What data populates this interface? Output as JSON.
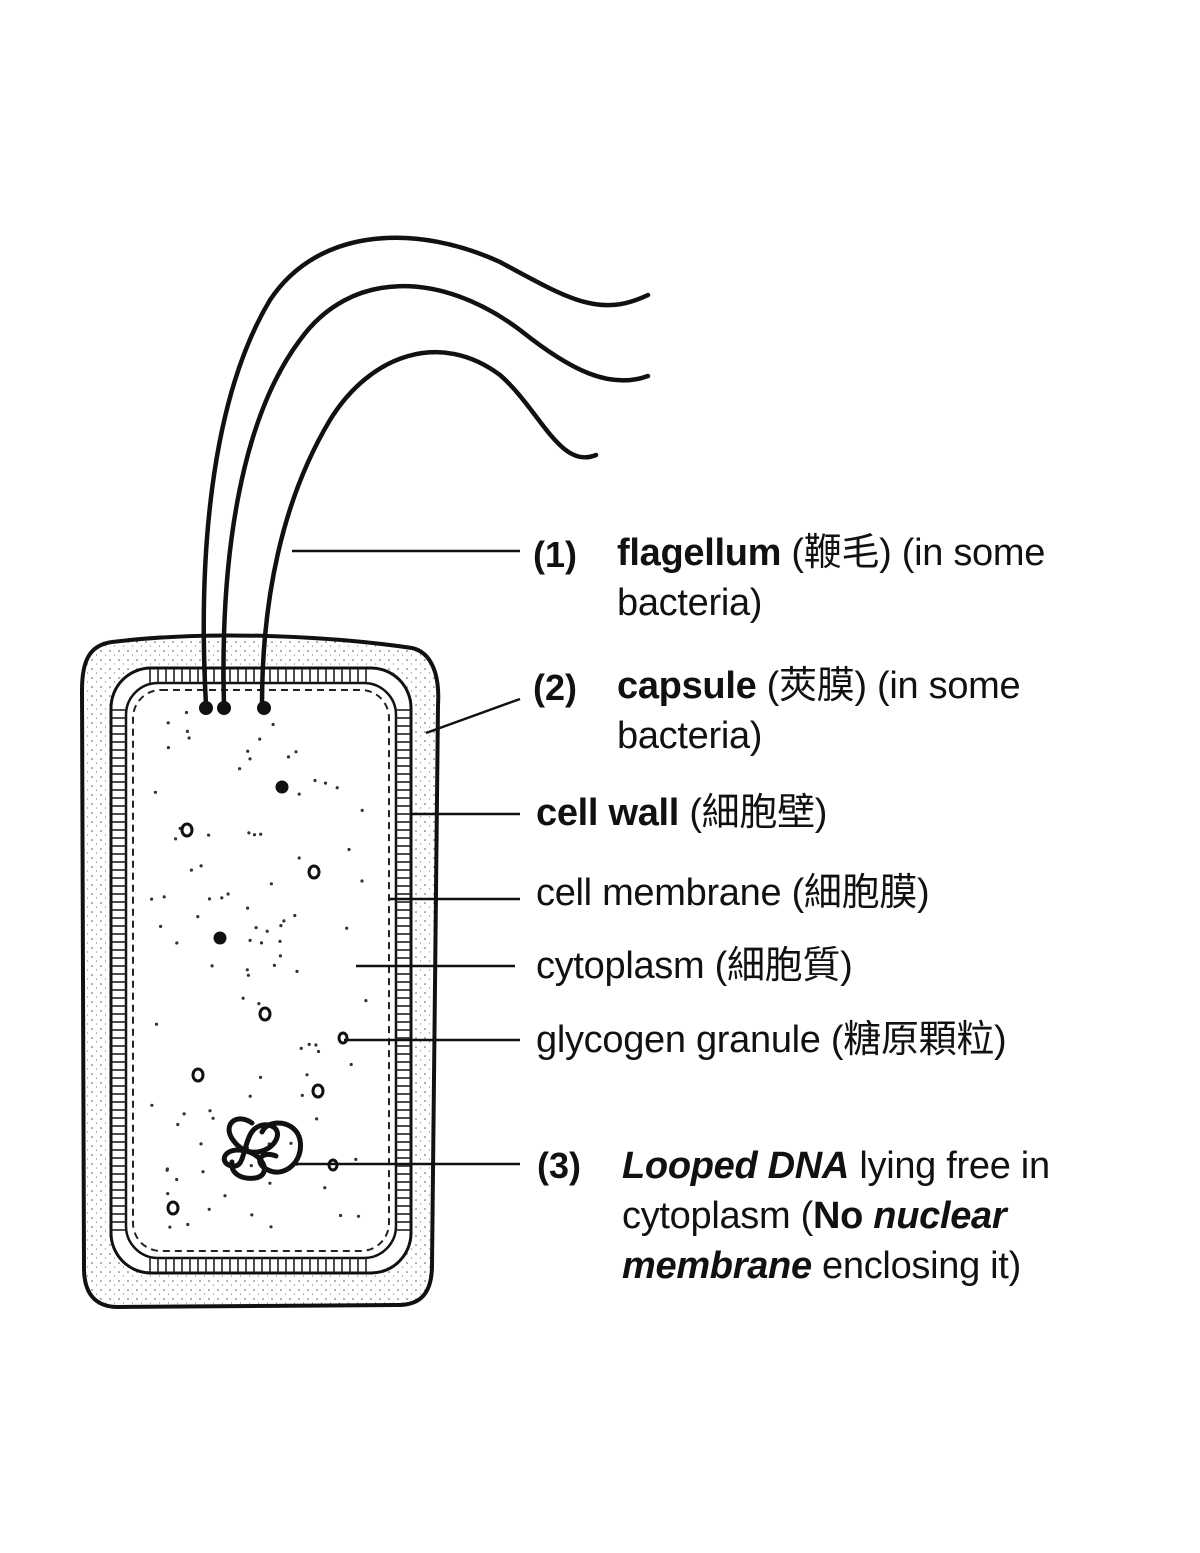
{
  "labels": {
    "flagellum": {
      "number": "(1)",
      "line1_bold": "flagellum",
      "line1_rest": " (鞭毛) (in some",
      "line2": "bacteria)"
    },
    "capsule": {
      "number": "(2)",
      "line1_bold": "capsule",
      "line1_rest": " (莢膜) (in some",
      "line2": "bacteria)"
    },
    "cell_wall": {
      "bold": "cell wall",
      "rest": " (細胞壁)"
    },
    "cell_membrane": {
      "text": "cell membrane (細胞膜)"
    },
    "cytoplasm": {
      "text": "cytoplasm (細胞質)"
    },
    "glycogen": {
      "text": "glycogen granule (糖原顆粒)"
    },
    "dna": {
      "number": "(3)",
      "l1_bi": "Looped DNA",
      "l1_rest": " lying free in",
      "l2_a": "cytoplasm (",
      "l2_b": "No ",
      "l2_c": "nuclear",
      "l3_bi": "membrane",
      "l3_rest": " enclosing it)"
    }
  }
}
